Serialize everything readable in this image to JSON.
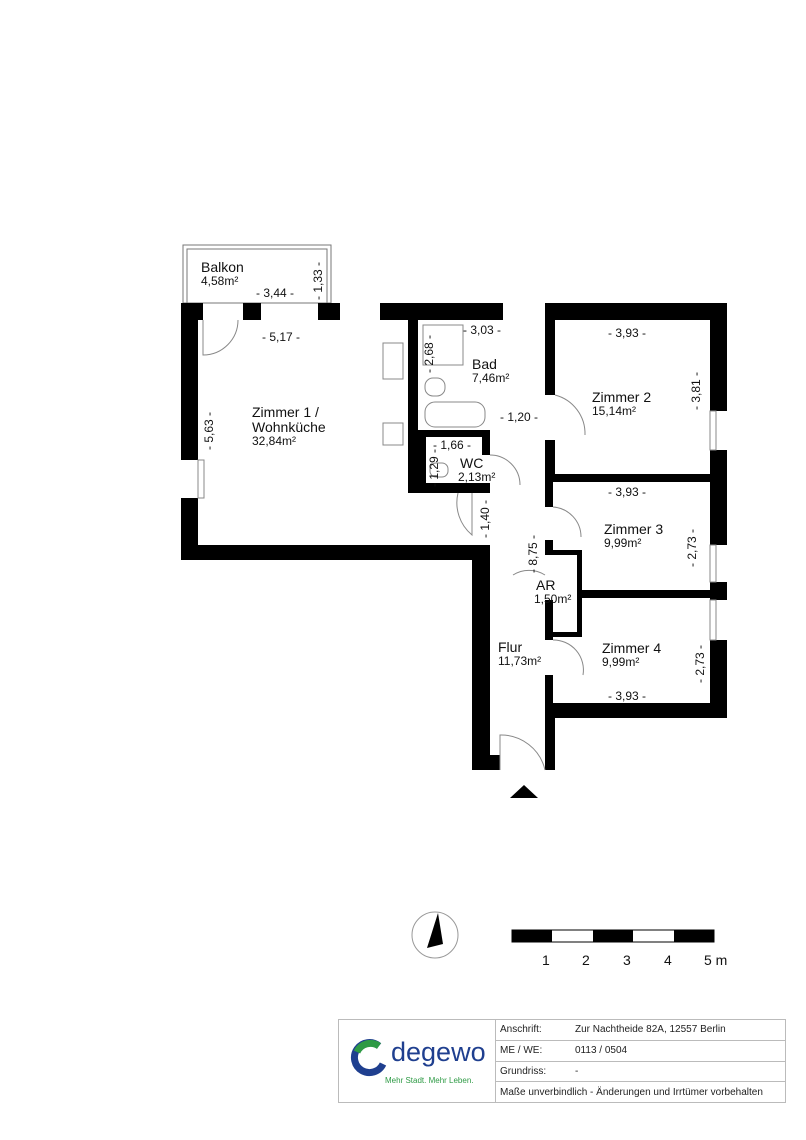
{
  "rooms": [
    {
      "name": "Balkon",
      "area": "4,58m²"
    },
    {
      "name": "Zimmer 1 /",
      "name2": "Wohnküche",
      "area": "32,84m²"
    },
    {
      "name": "Bad",
      "area": "7,46m²"
    },
    {
      "name": "WC",
      "area": "2,13m²"
    },
    {
      "name": "Zimmer 2",
      "area": "15,14m²"
    },
    {
      "name": "Zimmer 3",
      "area": "9,99m²"
    },
    {
      "name": "AR",
      "area": "1,50m²"
    },
    {
      "name": "Flur",
      "area": "11,73m²"
    },
    {
      "name": "Zimmer 4",
      "area": "9,99m²"
    }
  ],
  "dims": [
    "- 3,44 -",
    "- 1,33 -",
    "- 5,17 -",
    "- 5,63 -",
    "- 2,68 -",
    "- 3,03 -",
    "- 1,20 -",
    "- 1,66 -",
    "- 1,29 -",
    "- 1,40 -",
    "- 8,75 -",
    "- 3,93 -",
    "- 3,81 -",
    "- 3,93 -",
    "- 2,73 -",
    "- 2,73 -",
    "- 3,93 -"
  ],
  "scale": {
    "labels": [
      "1",
      "2",
      "3",
      "4",
      "5 m"
    ]
  },
  "footer": {
    "logo_text": "degewo",
    "slogan": "Mehr Stadt. Mehr Leben.",
    "rows": [
      {
        "key": "Anschrift:",
        "value": "Zur Nachtheide 82A, 12557 Berlin"
      },
      {
        "key": "ME / WE:",
        "value": "0113 / 0504"
      },
      {
        "key": "Grundriss:",
        "value": "-"
      }
    ],
    "disclaimer": "Maße unverbindlich - Änderungen und Irrtümer vorbehalten"
  },
  "colors": {
    "wall": "#000000",
    "brand_blue": "#1f3f8f",
    "brand_green": "#2e9a45"
  }
}
